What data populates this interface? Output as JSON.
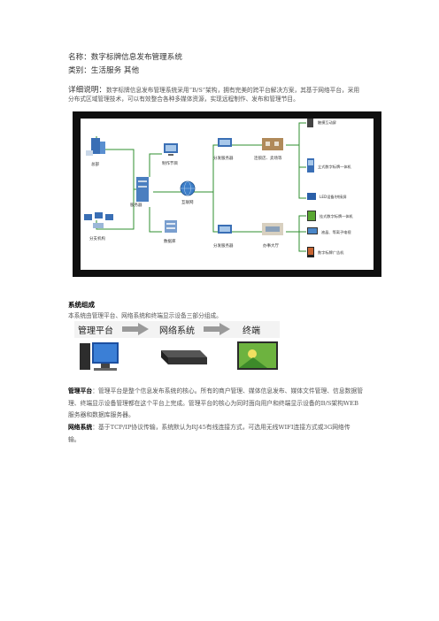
{
  "header": {
    "name_label": "名称：",
    "name_value": "数字标牌信息发布管理系统",
    "category_label": "类别：",
    "category_value": "生活服务 其他",
    "detail_label": "详细说明：",
    "detail_line1": "数字标牌信息发布管理系统采用“B/S”架构，拥有完美的跨平台解决方案，其基于网络平台，采用",
    "detail_line2": "分布式区域管理技术，可以有效整合各种多媒体资源，实现远程制作、发布和管理节目。"
  },
  "diagram_topology": {
    "nodes": {
      "hq": "总部",
      "branch": "分支机构",
      "server": "服务器",
      "production": "制作节目",
      "database": "数据库",
      "internet": "互联网",
      "dist_server_top": "分发服务器",
      "dist_server_bottom": "分发服务器",
      "chain_store": "连锁店、卖场等",
      "office_hall": "办事大厅",
      "t_touch": "触摸互动屏",
      "t_kiosk": "立式数字标牌一体机",
      "t_led": "LED设备/拼接屏",
      "t_wall": "挂式数字标牌一体机",
      "t_tv": "液晶、等离子电视",
      "t_ad": "数字标牌广告机"
    }
  },
  "section_system": {
    "title": "系统组成",
    "intro": "本系统由管理平台、网络系统和终端显示设备三部分组成。"
  },
  "diagram_components": {
    "label_mgmt": "管理平台",
    "label_network": "网络系统",
    "label_terminal": "终端"
  },
  "para_mgmt": {
    "term": "管理平台",
    "line1": "：管理平台是整个信息发布系统的核心。所有的商户管理、媒体信息发布、媒体文件管理、信息数据管",
    "line2": "理、终端显示设备管理都在这个平台上完成。管理平台的核心为同时面向用户和终端显示设备的B/S架构WEB",
    "line3": "服务器和数据库服务器。"
  },
  "para_network": {
    "term": "网络系统",
    "line1": "：基于TCP/IP协议传输，系统默认为RJ45有线连接方式，可选用无线WIFI连接方式或3G网络传",
    "line2": "输。"
  },
  "colors": {
    "diagram_frame": "#0f0f0f",
    "connector": "#2f8f2f",
    "device_blue": "#3a6fb5",
    "screen_green": "#5aa832"
  }
}
